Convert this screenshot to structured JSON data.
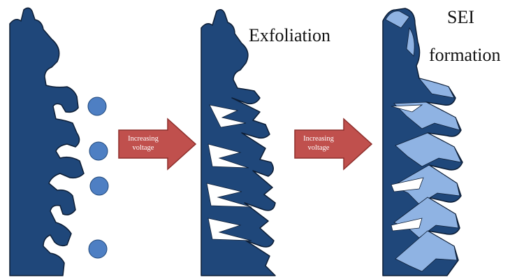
{
  "colors": {
    "electrode": "#1f477a",
    "electrode_outline": "#0d1e36",
    "particle": "#4e7fc3",
    "sei": "#8fb3e3",
    "arrow": "#c0504d",
    "arrow_outline": "#8e2f2c",
    "background": "#ffffff"
  },
  "panels": [
    {
      "stage": "initial",
      "caption": ""
    },
    {
      "stage": "exfoliation",
      "caption": "Exfoliation"
    },
    {
      "stage": "sei",
      "caption_line1": "SEI",
      "caption_line2": "formation"
    }
  ],
  "arrows": [
    {
      "label_line1": "Increasing",
      "label_line2": "voltage"
    },
    {
      "label_line1": "Increasing",
      "label_line2": "voltage"
    }
  ],
  "icons": {
    "arrow": "right-arrow-icon",
    "particle": "circle-particle-icon"
  }
}
